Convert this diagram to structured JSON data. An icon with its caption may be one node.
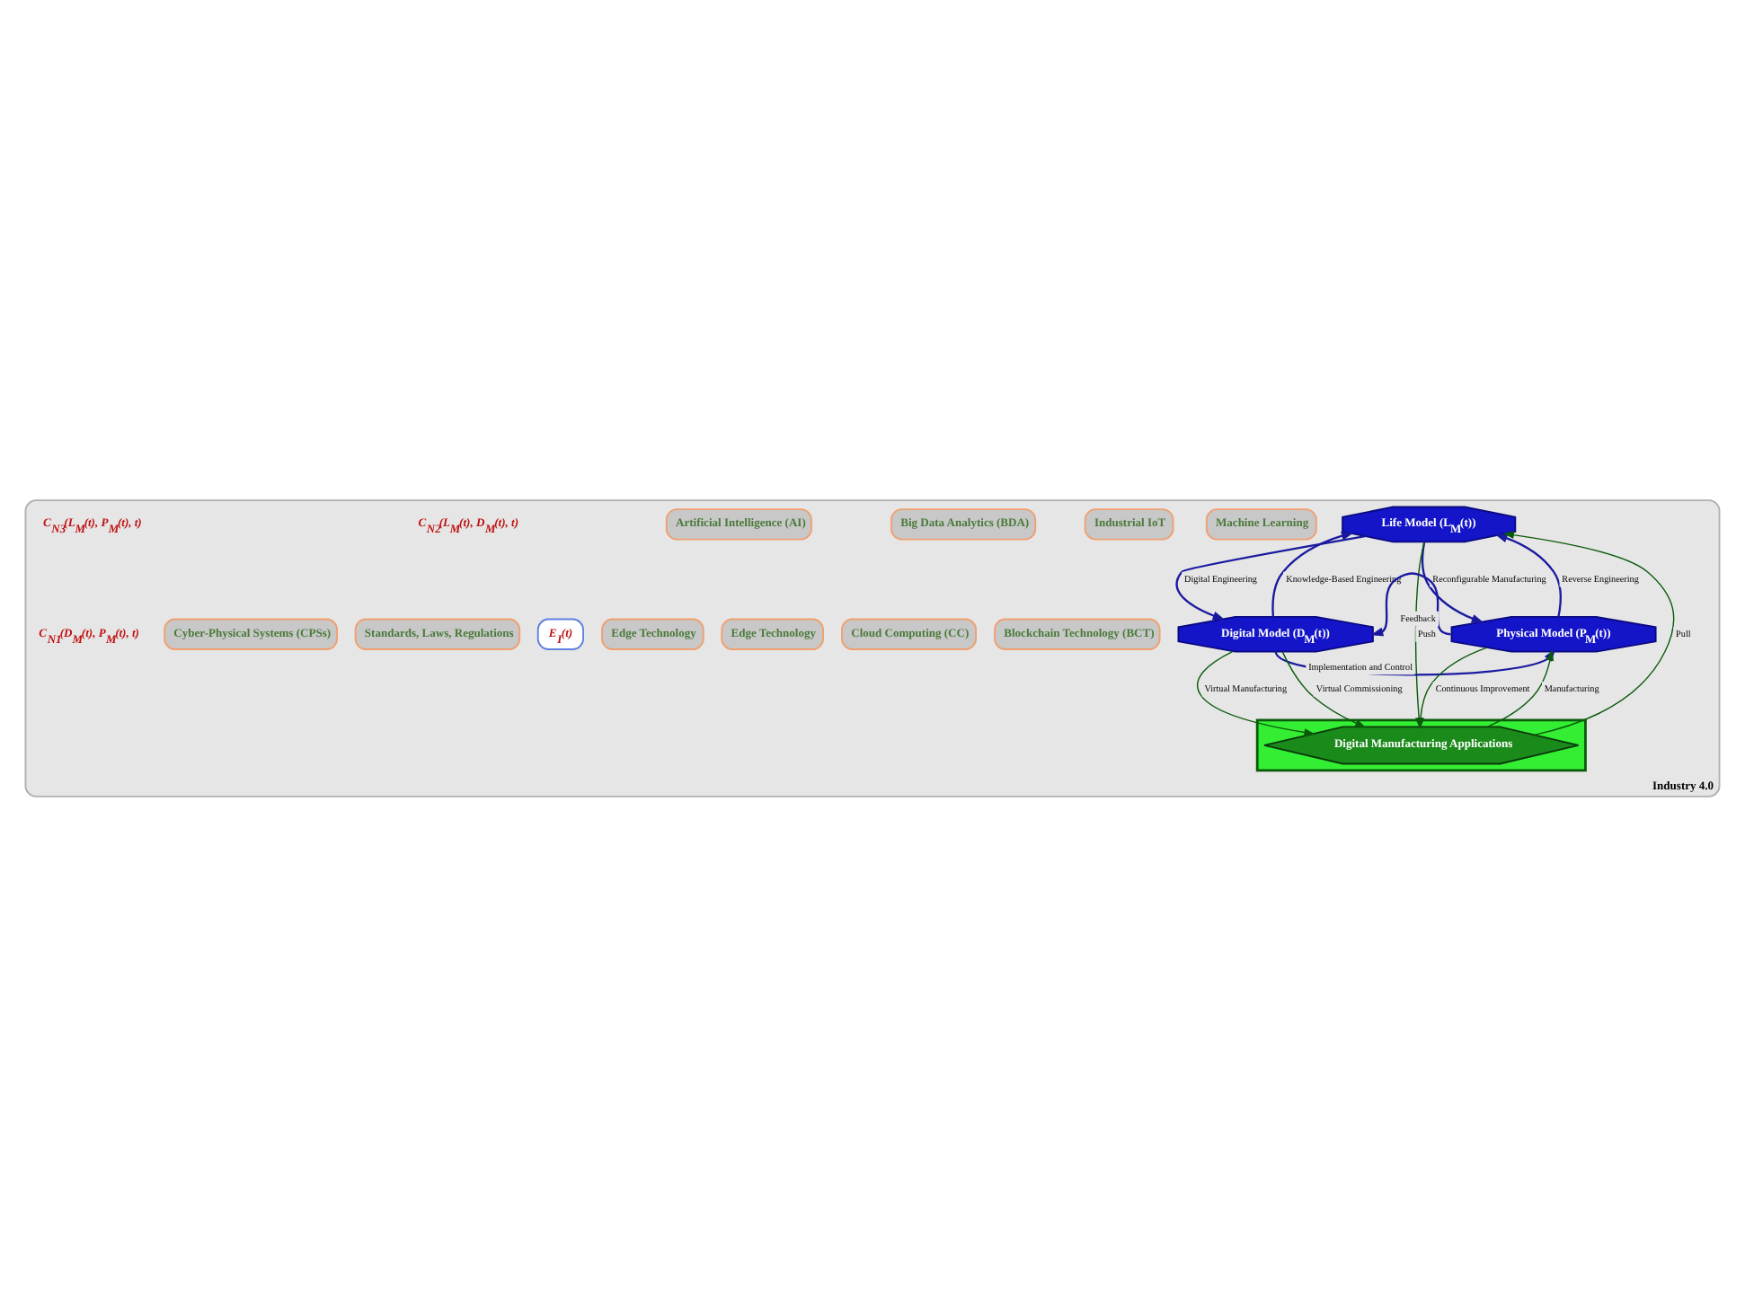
{
  "diagram": {
    "nodes": [
      {
        "text": [
          "Industry 4.0"
        ]
      },
      {
        "text": [
          "Life Model (L$_{M}$(t))"
        ],
        "in": 0
      },
      {
        "text": [
          "Digital Model (D$_{M}$(t))"
        ],
        "in": 0
      },
      {
        "text": [
          "Physical Model (P$_{M}$(t))"
        ],
        "in": 0
      },
      {
        "text": [],
        "shape": "triangle",
        "in": 0
      },
      {
        "text": [
          "Digital Manufacturing Applications"
        ],
        "in": 4
      },
      {
        "text": [
          "Machine Learning"
        ],
        "in": 0
      },
      {
        "text": [
          "Industrial IoT"
        ],
        "in": 0
      },
      {
        "text": [
          "Big Data Analytics (BDA)"
        ],
        "in": 0
      },
      {
        "text": [
          "Artificial Intelligence (AI)"
        ],
        "in": 0
      },
      {
        "text": [
          "Blockchain Technology (BCT)"
        ],
        "in": 0
      },
      {
        "text": [
          "Cloud Computing (CC)"
        ],
        "in": 0
      },
      {
        "text": [
          "Edge Technology"
        ],
        "in": 0
      },
      {
        "text": [
          "Edge Technology"
        ],
        "in": 0
      },
      {
        "text": [
          "E$_{I}$(t)"
        ],
        "in": 0
      },
      {
        "text": [
          "Standards, Laws, Regulations"
        ],
        "in": 0
      },
      {
        "text": [
          "Cyber-Physical Systems (CPSs)"
        ],
        "in": 0
      }
    ],
    "edges": [
      {
        "from": 1,
        "to": 2,
        "arrow": "to",
        "label": "Digital Engineering"
      },
      {
        "from": 2,
        "to": 1,
        "arrow": "to",
        "label": "Knowledge-Based Engineering"
      },
      {
        "from": 3,
        "to": 1,
        "arrow": "to",
        "label": "Reverse Engineering"
      },
      {
        "from": 1,
        "to": 3,
        "arrow": "to",
        "label": "Reconfigurable Manufacturing"
      },
      {
        "from": 3,
        "to": 2,
        "arrow": "to",
        "label": "Feedback"
      },
      {
        "from": 2,
        "to": 3,
        "arrow": "to",
        "label": "Implementation and Control"
      },
      {
        "from": 1,
        "to": 5,
        "arrow": "to",
        "label": "Push",
        "color": "#0a5a0a"
      },
      {
        "from": 5,
        "to": 1,
        "arrow": "to",
        "label": "Pull",
        "color": "#0a5a0a"
      },
      {
        "from": 2,
        "to": 5,
        "arrow": "to",
        "label": "Virtual Manufacturing",
        "color": "#0a5a0a"
      },
      {
        "from": 2,
        "to": 5,
        "arrow": "to",
        "label": "Virtual Commissioning",
        "color": "#0a5a0a"
      },
      {
        "from": 3,
        "to": 5,
        "arrow": "to",
        "label": "Continuous Improvement",
        "color": "#0a5a0a"
      },
      {
        "from": 5,
        "to": 3,
        "arrow": "to",
        "label": "Manufacturing",
        "color": "#0a5a0a"
      }
    ],
    "labels": [
      "C$_{N2}$(L$_{M}$(t), D$_{M}$(t), t)",
      "C$_{N3}$(L$_{M}$(t), P$_{M}$(t), t)",
      "C$_{N1}$(D$_{M}$(t), P$_{M}$(t), t)"
    ]
  }
}
